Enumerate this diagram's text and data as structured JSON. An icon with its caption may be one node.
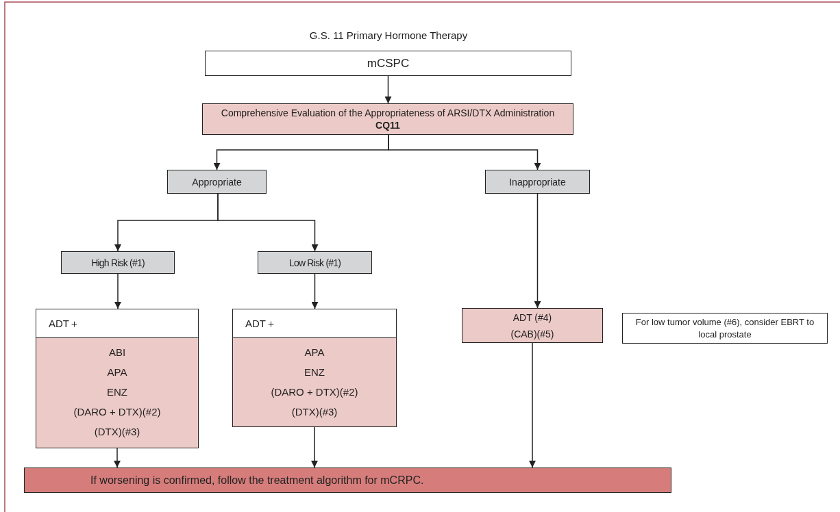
{
  "diagram": {
    "title": "G.S. 11 Primary Hormone Therapy",
    "nodes": [
      {
        "text": [
          "mCSPC"
        ]
      },
      {
        "text": [
          "Comprehensive Evaluation of the Appropriateness of ARSI/DTX Administration **CQ11**"
        ]
      },
      {
        "text": [
          "Appropriate"
        ]
      },
      {
        "text": [
          "Inappropriate"
        ]
      },
      {
        "text": [
          "High Risk (#1)"
        ]
      },
      {
        "text": [
          "Low Risk (#1)"
        ]
      },
      {
        "text": [
          "ADT＋",
          "ABI",
          "APA",
          "ENZ",
          "(DARO + DTX)(#2)",
          "(DTX)(#3)"
        ]
      },
      {
        "text": [
          "ADT＋",
          "APA",
          "ENZ",
          "(DARO + DTX)(#2)",
          "(DTX)(#3)"
        ]
      },
      {
        "text": [
          "ADT (#4)",
          "(CAB)(#5)"
        ]
      },
      {
        "text": [
          "For low tumor volume (#6), consider EBRT to local prostate"
        ]
      },
      {
        "text": [
          "If worsening is confirmed, follow the treatment algorithm for mCRPC."
        ]
      }
    ],
    "edges": [
      {
        "from": 0,
        "to": 1,
        "arrow": "to"
      },
      {
        "from": 1,
        "to": 2,
        "arrow": "to"
      },
      {
        "from": 1,
        "to": 3,
        "arrow": "to"
      },
      {
        "from": 2,
        "to": 4,
        "arrow": "to"
      },
      {
        "from": 2,
        "to": 5,
        "arrow": "to"
      },
      {
        "from": 4,
        "to": 6,
        "arrow": "to"
      },
      {
        "from": 5,
        "to": 7,
        "arrow": "to"
      },
      {
        "from": 3,
        "to": 8,
        "arrow": "to"
      },
      {
        "from": 6,
        "to": 10,
        "arrow": "to"
      },
      {
        "from": 7,
        "to": 10,
        "arrow": "to"
      },
      {
        "from": 8,
        "to": 10,
        "arrow": "to"
      }
    ]
  }
}
